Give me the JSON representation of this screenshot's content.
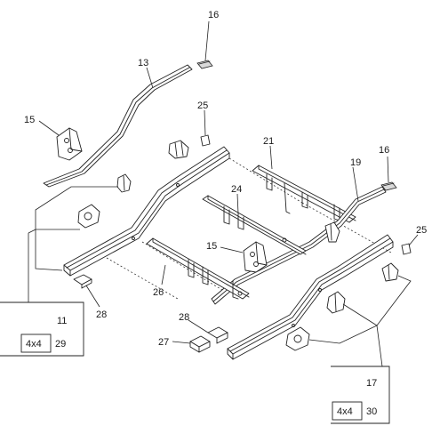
{
  "labels": {
    "p16_top": "16",
    "p13": "13",
    "p15_left": "15",
    "p25_top": "25",
    "p21": "21",
    "p16_right": "16",
    "p19": "19",
    "p24": "24",
    "p15_mid": "15",
    "p25_right": "25",
    "p26": "26",
    "p28_left": "28",
    "p28_mid": "28",
    "p27": "27",
    "p11": "11",
    "p17": "17"
  },
  "boxes": {
    "left": {
      "tag": "4x4",
      "number": "29"
    },
    "right": {
      "tag": "4x4",
      "number": "30"
    }
  },
  "colors": {
    "ink": "#222222",
    "shade": "#d9d9d9",
    "background": "#ffffff"
  }
}
